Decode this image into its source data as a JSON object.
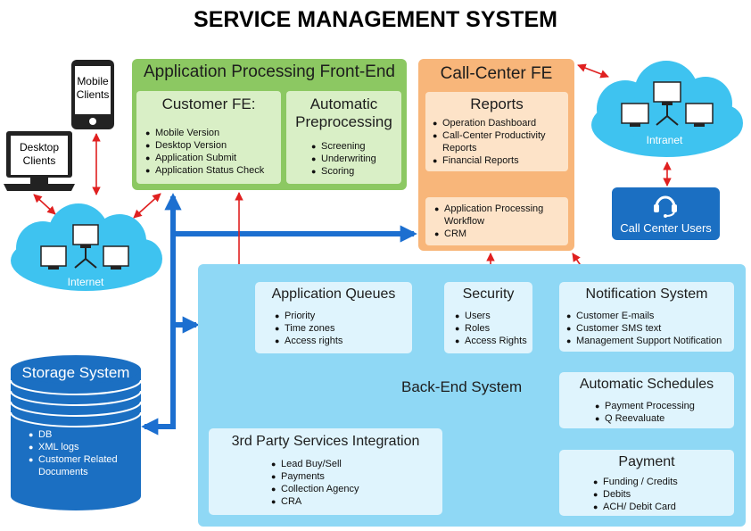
{
  "title": "SERVICE MANAGEMENT SYSTEM",
  "devices": {
    "mobile": "Mobile Clients",
    "desktop": "Desktop Clients"
  },
  "clouds": {
    "internet": "Internet",
    "intranet": "Intranet"
  },
  "front_end": {
    "title": "Application Processing Front-End",
    "customer_fe": {
      "title": "Customer FE:",
      "items": [
        "Mobile Version",
        "Desktop Version",
        "Application Submit",
        "Application Status Check"
      ]
    },
    "auto_preproc": {
      "title": "Automatic Preprocessing",
      "items": [
        "Screening",
        "Underwriting",
        "Scoring"
      ]
    }
  },
  "call_center": {
    "title": "Call-Center FE",
    "reports": {
      "title": "Reports",
      "items": [
        "Operation Dashboard",
        "Call-Center Productivity Reports",
        "Financial Reports"
      ]
    },
    "workflow": {
      "items": [
        "Application Processing Workflow",
        "CRM"
      ]
    }
  },
  "call_center_users": "Call Center Users",
  "storage": {
    "title": "Storage System",
    "items": [
      "DB",
      "XML logs",
      "Customer Related Documents"
    ]
  },
  "back_end": {
    "title": "Back-End System",
    "queues": {
      "title": "Application Queues",
      "items": [
        "Priority",
        "Time zones",
        "Access rights"
      ]
    },
    "security": {
      "title": "Security",
      "items": [
        "Users",
        "Roles",
        "Access Rights"
      ]
    },
    "notification": {
      "title": "Notification System",
      "items": [
        "Customer E-mails",
        "Customer SMS text",
        "Management Support Notification"
      ]
    },
    "schedules": {
      "title": "Automatic Schedules",
      "items": [
        "Payment Processing",
        "Q Reevaluate"
      ]
    },
    "third_party": {
      "title": "3rd Party Services Integration",
      "items": [
        "Lead Buy/Sell",
        "Payments",
        "Collection Agency",
        "CRA"
      ]
    },
    "payment": {
      "title": "Payment",
      "items": [
        "Funding / Credits",
        "Debits",
        "ACH/ Debit Card"
      ]
    }
  },
  "colors": {
    "green": "#8cc862",
    "orange": "#f8b67a",
    "light_blue": "#8fd8f5",
    "dark_blue": "#1b6fc2",
    "arrow_red": "#e02020",
    "arrow_blue": "#1c6fd0"
  }
}
